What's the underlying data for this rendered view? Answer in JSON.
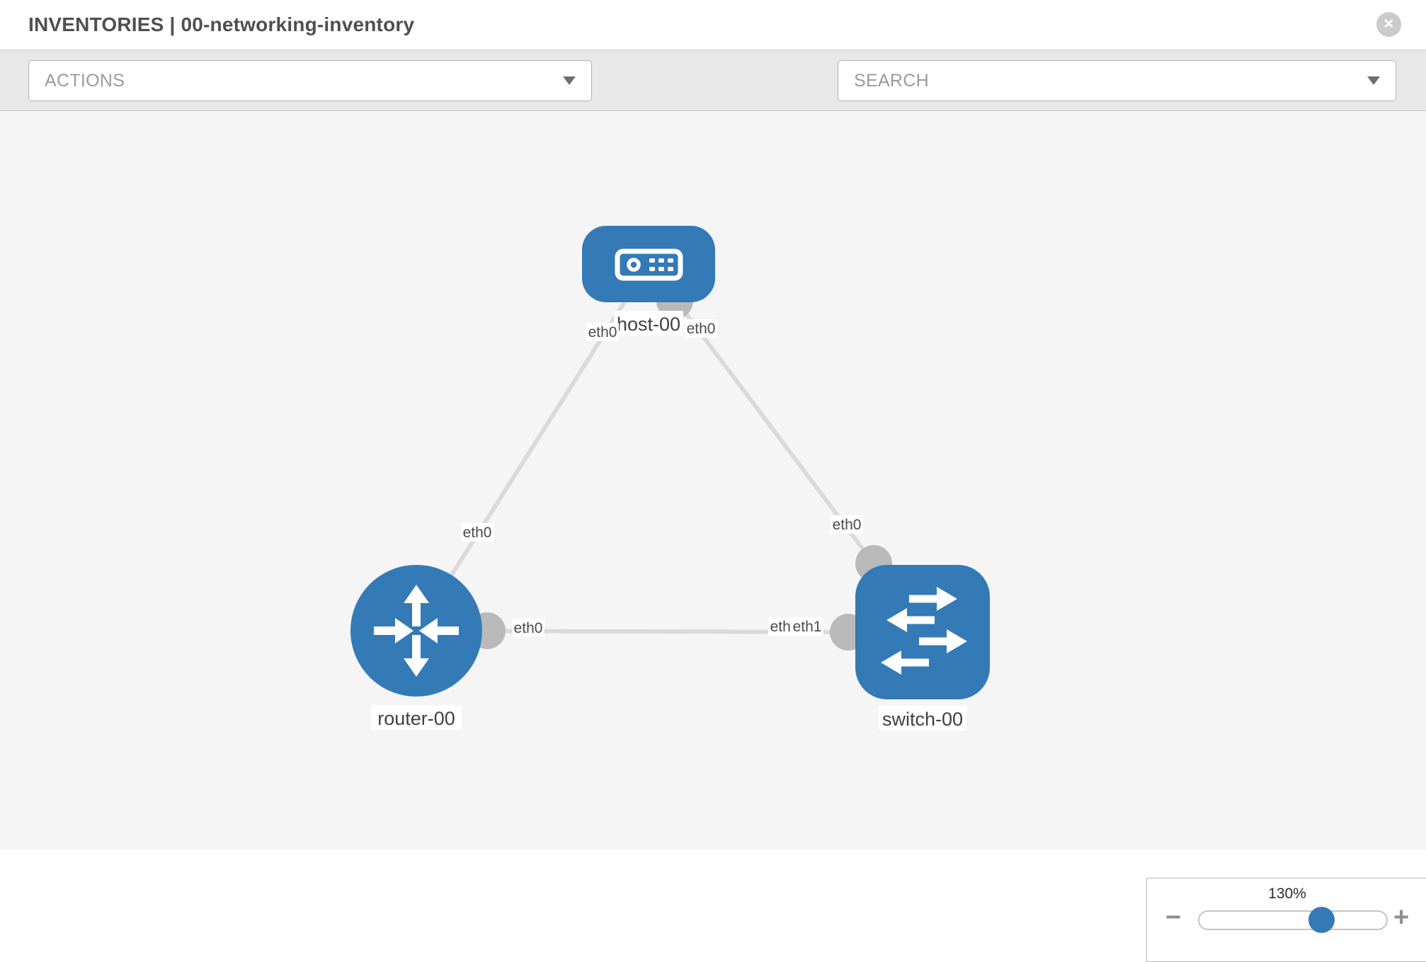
{
  "header": {
    "title": "INVENTORIES | 00-networking-inventory",
    "close_glyph": "✕"
  },
  "toolbar": {
    "actions_label": "ACTIONS",
    "search_placeholder": "SEARCH"
  },
  "diagram": {
    "nodes": [
      {
        "id": "host-00",
        "label": "host-00",
        "type": "host",
        "icon": "server-icon"
      },
      {
        "id": "router-00",
        "label": "router-00",
        "type": "router",
        "icon": "router-arrows-icon"
      },
      {
        "id": "switch-00",
        "label": "switch-00",
        "type": "switch",
        "icon": "switch-arrows-icon"
      }
    ],
    "links": [
      {
        "source": "host-00",
        "target": "router-00",
        "source_interface": "eth0",
        "target_interface": "eth0"
      },
      {
        "source": "host-00",
        "target": "switch-00",
        "source_interface": "eth0",
        "target_interface": "eth0"
      },
      {
        "source": "router-00",
        "target": "switch-00",
        "source_interface": "eth0",
        "target_interface": "eth1",
        "target_interface_overlapped_label": "eth0"
      }
    ]
  },
  "zoom_control": {
    "level": "130%",
    "minus_label": "−",
    "plus_label": "+",
    "value_percent": 65
  },
  "colors": {
    "node_fill": "#337ab7",
    "link_stroke": "#dadada",
    "interface_dot": "#b9b9b9",
    "toolbar_bg": "#e8e8e8",
    "canvas_bg": "#f5f5f6",
    "accent_blue": "#337ab7"
  }
}
